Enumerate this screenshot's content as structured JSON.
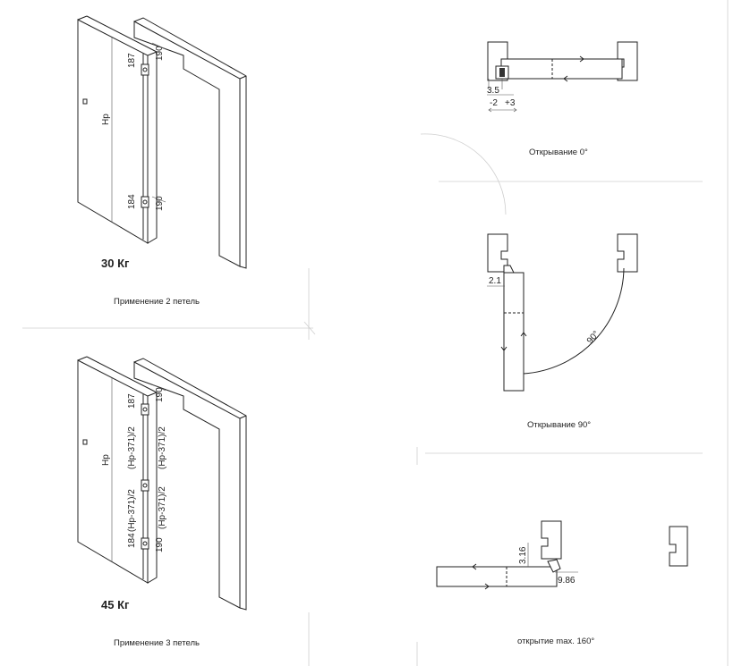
{
  "left": {
    "top": {
      "weight": "30 Кг",
      "caption": "Применение 2 петель",
      "labels": {
        "height": "Hp",
        "top_offset": "187",
        "top_gap": "190",
        "bottom_offset": "184",
        "bottom_gap": "190"
      }
    },
    "bottom": {
      "weight": "45 Кг",
      "caption": "Применение 3 петель",
      "labels": {
        "height": "Hp",
        "top_offset": "187",
        "top_gap": "190",
        "bottom_offset": "184",
        "bottom_gap": "190",
        "span": "(Hp-371)/2"
      }
    }
  },
  "right": {
    "open0": {
      "caption": "Открывание 0°",
      "dim_a": "3.5",
      "dim_b": "-2",
      "dim_c": "+3"
    },
    "open90": {
      "caption": "Открывание 90°",
      "dim_a": "2.1",
      "angle": "90°"
    },
    "open160": {
      "caption": "открытие max. 160°",
      "dim_a": "3.16",
      "dim_b": "9.86"
    }
  }
}
